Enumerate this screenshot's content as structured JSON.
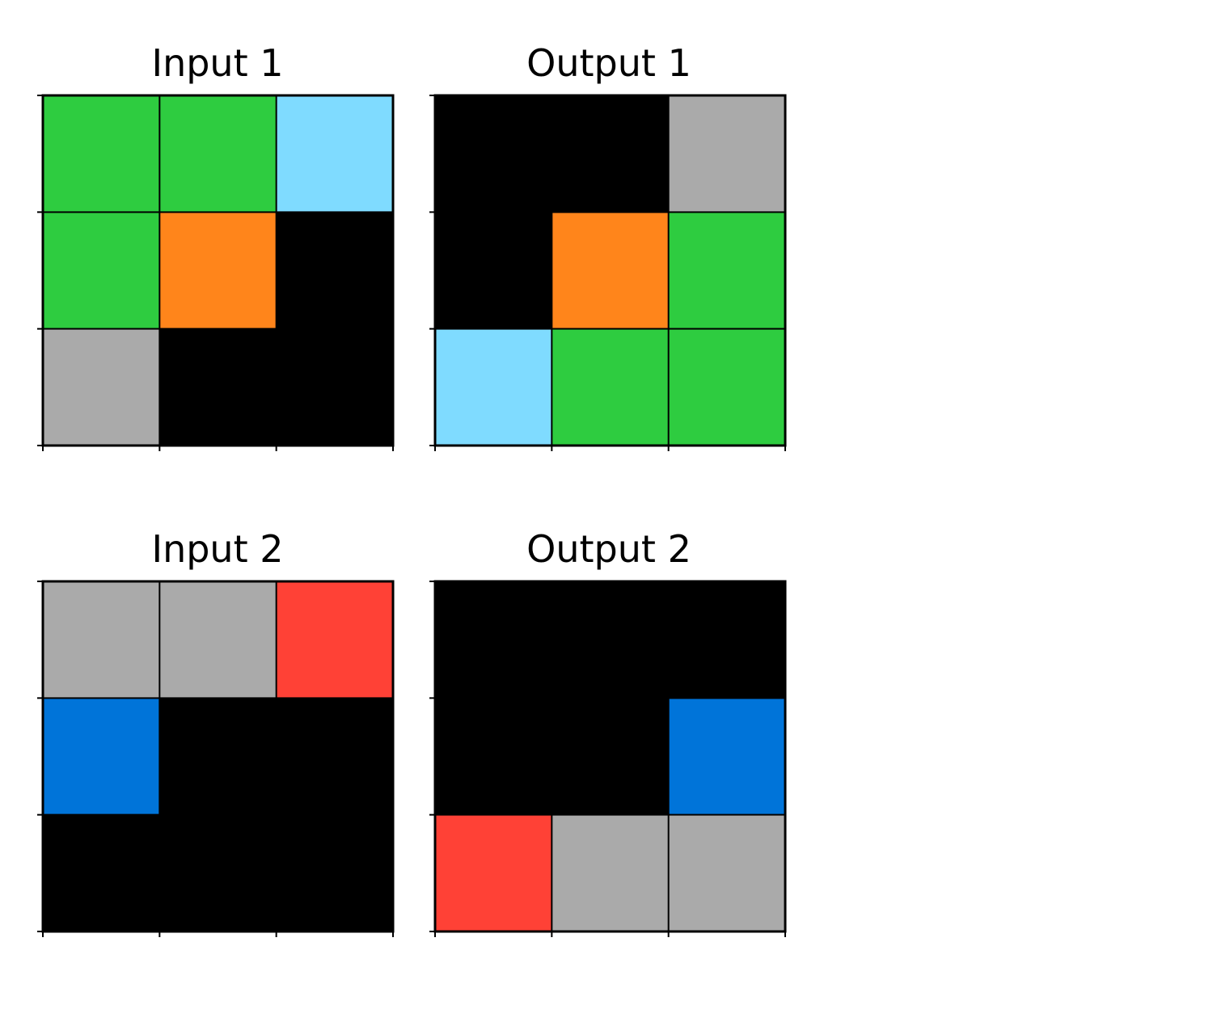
{
  "palette": {
    "0": "#000000",
    "1": "#0074D9",
    "2": "#FF4136",
    "3": "#2ECC40",
    "5": "#AAAAAA",
    "7": "#FF851B",
    "8": "#7FDBFF"
  },
  "panels": [
    {
      "title": "Input 1",
      "grid": [
        [
          3,
          3,
          8
        ],
        [
          3,
          7,
          0
        ],
        [
          5,
          0,
          0
        ]
      ]
    },
    {
      "title": "Output 1",
      "grid": [
        [
          0,
          0,
          5
        ],
        [
          0,
          7,
          3
        ],
        [
          8,
          3,
          3
        ]
      ]
    },
    {
      "title": "Input 2",
      "grid": [
        [
          5,
          5,
          2
        ],
        [
          1,
          0,
          0
        ],
        [
          0,
          0,
          0
        ]
      ]
    },
    {
      "title": "Output 2",
      "grid": [
        [
          0,
          0,
          0
        ],
        [
          0,
          0,
          1
        ],
        [
          2,
          5,
          5
        ]
      ]
    }
  ]
}
